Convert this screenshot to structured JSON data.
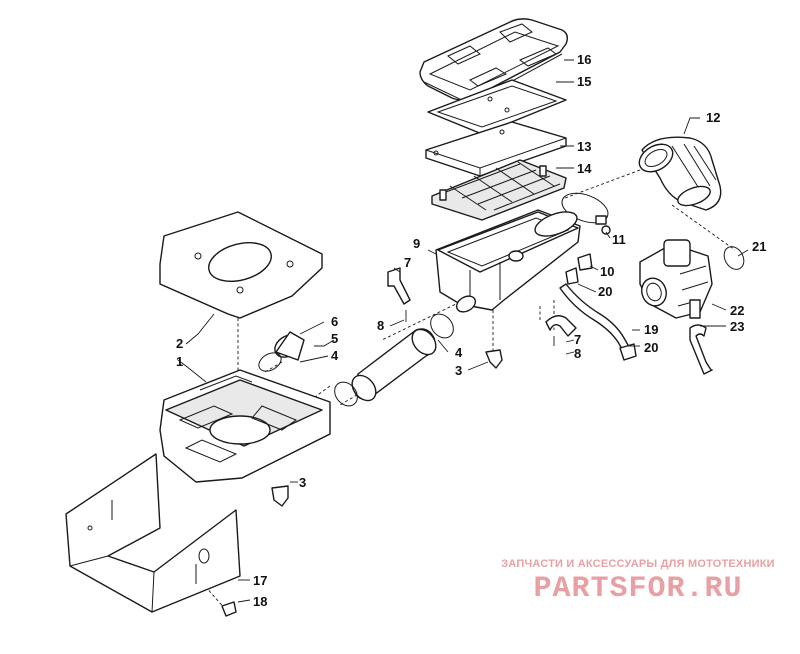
{
  "diagram": {
    "callouts": [
      {
        "id": "c1",
        "label": "1"
      },
      {
        "id": "c2",
        "label": "2"
      },
      {
        "id": "c3a",
        "label": "3"
      },
      {
        "id": "c3b",
        "label": "3"
      },
      {
        "id": "c4a",
        "label": "4"
      },
      {
        "id": "c4b",
        "label": "4"
      },
      {
        "id": "c5",
        "label": "5"
      },
      {
        "id": "c6",
        "label": "6"
      },
      {
        "id": "c7a",
        "label": "7"
      },
      {
        "id": "c7b",
        "label": "7"
      },
      {
        "id": "c8a",
        "label": "8"
      },
      {
        "id": "c8b",
        "label": "8"
      },
      {
        "id": "c9",
        "label": "9"
      },
      {
        "id": "c10",
        "label": "10"
      },
      {
        "id": "c11",
        "label": "11"
      },
      {
        "id": "c12",
        "label": "12"
      },
      {
        "id": "c13",
        "label": "13"
      },
      {
        "id": "c14",
        "label": "14"
      },
      {
        "id": "c15",
        "label": "15"
      },
      {
        "id": "c16",
        "label": "16"
      },
      {
        "id": "c17",
        "label": "17"
      },
      {
        "id": "c18",
        "label": "18"
      },
      {
        "id": "c19",
        "label": "19"
      },
      {
        "id": "c20a",
        "label": "20"
      },
      {
        "id": "c20b",
        "label": "20"
      },
      {
        "id": "c21",
        "label": "21"
      },
      {
        "id": "c22",
        "label": "22"
      },
      {
        "id": "c23",
        "label": "23"
      }
    ]
  },
  "watermark": {
    "caption": "ЗАПЧАСТИ И АКСЕССУАРЫ ДЛЯ МОТОТЕХНИКИ",
    "logo_text": "PARTSFOR.RU",
    "color": "#e8a0a4"
  },
  "colors": {
    "line": "#1a1a1a",
    "background": "#ffffff"
  }
}
